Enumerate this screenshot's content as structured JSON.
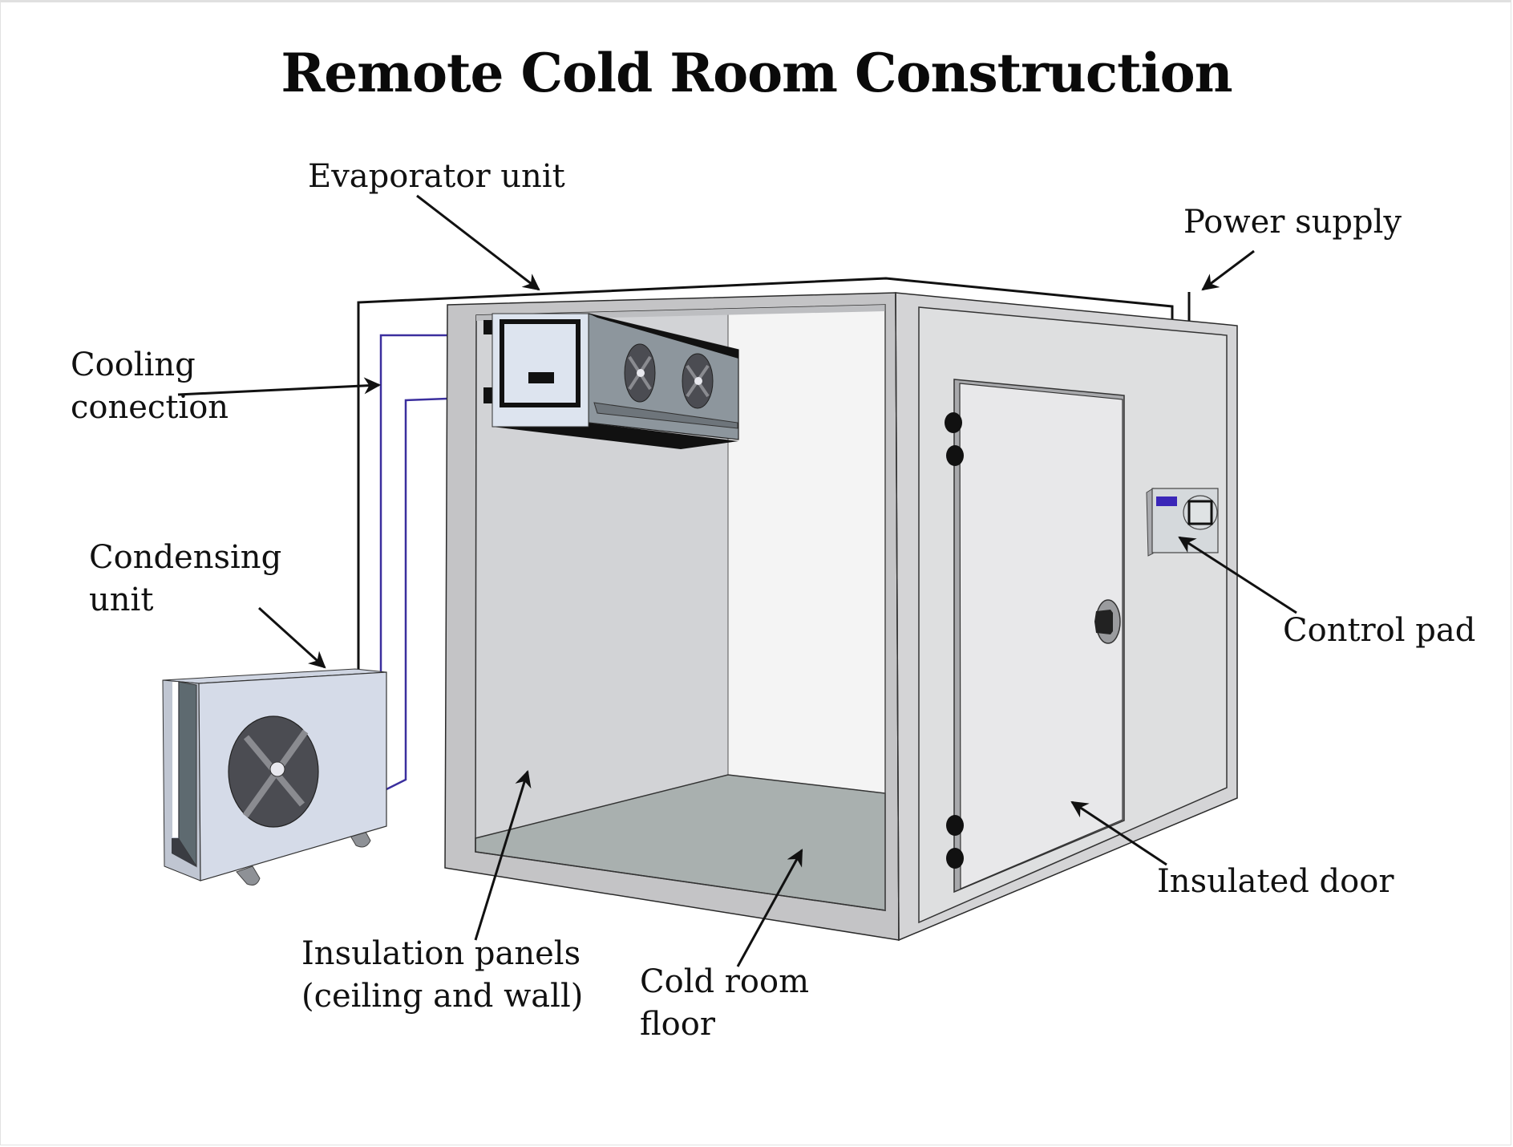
{
  "title": "Remote Cold Room Construction",
  "labels": {
    "evaporator_unit": "Evaporator unit",
    "power_supply": "Power supply",
    "cooling_connection": [
      "Cooling",
      "conection"
    ],
    "condensing_unit": [
      "Condensing",
      "unit"
    ],
    "control_pad": "Control pad",
    "insulated_door": "Insulated door",
    "insulation_panels": [
      "Insulation panels",
      "(ceiling and wall)"
    ],
    "cold_room_floor": [
      "Cold room",
      "floor"
    ]
  },
  "colors": {
    "refrigerant_line": "#3b2f9e",
    "control_display": "#3a26b8",
    "frame": "#c4c4c6",
    "interior_wall": "#d2d3d6",
    "back_wall": "#f4f4f4",
    "floor": "#a9b0af",
    "evaporator_body": "#8d969d",
    "condenser_body": "#d5dbe8",
    "fan": "#4b4c52"
  }
}
